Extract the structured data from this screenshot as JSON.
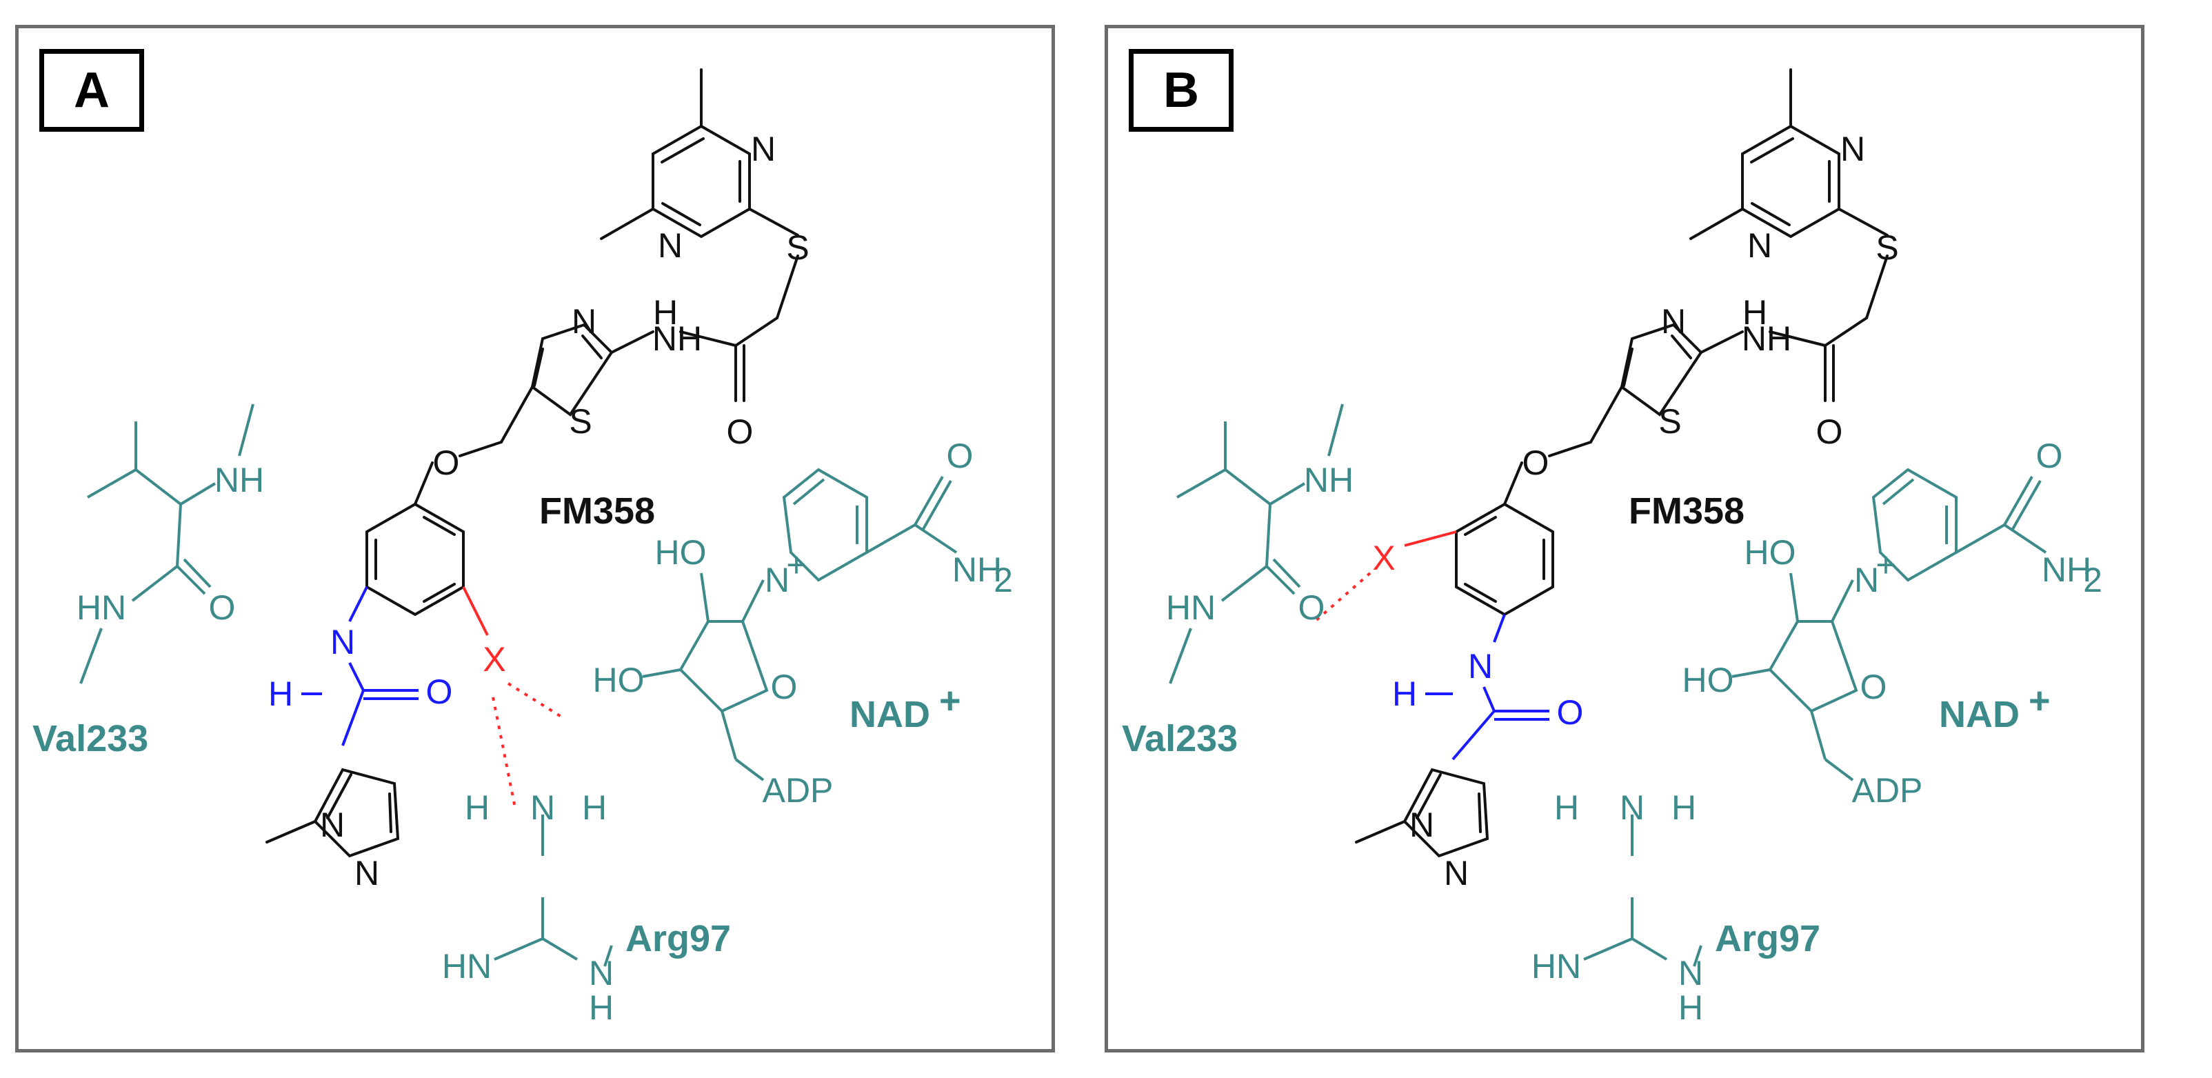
{
  "colors": {
    "ligand": "#111111",
    "residue": "#3d8a8a",
    "amide": "#1a1aff",
    "contact": "#ff2a2a",
    "border": "#6b6b6b"
  },
  "panels": [
    {
      "label": "A",
      "compound": "FM358",
      "residue_val": "Val233",
      "residue_arg": "Arg97",
      "cofactor": "NAD",
      "cofactor_charge": "+",
      "x_atom": "X",
      "adp": "ADP",
      "atoms": {
        "N": "N",
        "NH": "NH",
        "S": "S",
        "O": "O",
        "H": "H",
        "HN": "HN",
        "HO": "HO",
        "NH2": "NH",
        "sub2": "2",
        "Nplus": "N",
        "plus": "+"
      }
    },
    {
      "label": "B",
      "compound": "FM358",
      "residue_val": "Val233",
      "residue_arg": "Arg97",
      "cofactor": "NAD",
      "cofactor_charge": "+",
      "x_atom": "X",
      "adp": "ADP",
      "atoms": {
        "N": "N",
        "NH": "NH",
        "S": "S",
        "O": "O",
        "H": "H",
        "HN": "HN",
        "HO": "HO",
        "NH2": "NH",
        "sub2": "2",
        "Nplus": "N",
        "plus": "+"
      }
    }
  ]
}
